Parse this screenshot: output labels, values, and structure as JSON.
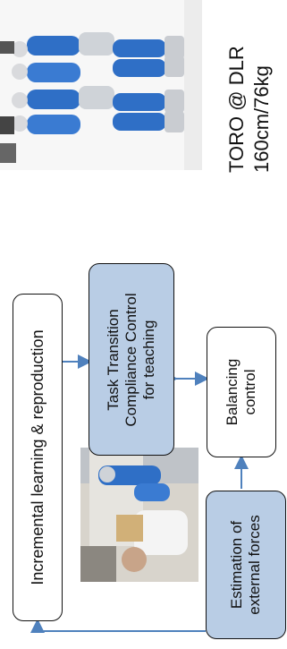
{
  "caption": {
    "line1": "TORO @ DLR",
    "line2": "160cm/76kg"
  },
  "boxes": {
    "learning": {
      "label": "Incremental learning & reproduction"
    },
    "compliance": {
      "lines": [
        "Task Transition",
        "Compliance Control",
        "for teaching"
      ]
    },
    "balancing": {
      "lines": [
        "Balancing",
        "control"
      ]
    },
    "estimation": {
      "lines": [
        "Estimation of",
        "external forces"
      ]
    }
  },
  "colors": {
    "box_fill": "#b9cde5",
    "arrow": "#4f81bd",
    "robot_blue": "#2f6fc6"
  },
  "images": {
    "top": "photo-of-toro-humanoid-robot-walking-sequence",
    "middle": "photo-of-person-teaching-robot"
  }
}
